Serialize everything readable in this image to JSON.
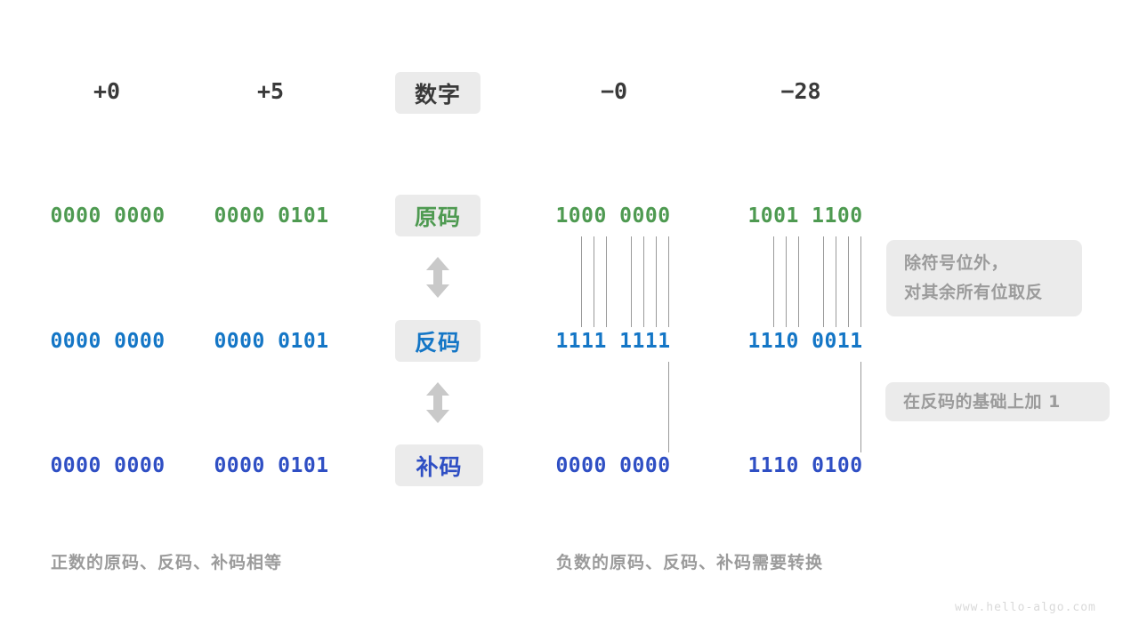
{
  "diagram": {
    "title_watermark": "www.hello-algo.com",
    "colors": {
      "green": "#4e9a51",
      "blue": "#1476c6",
      "indigo": "#2f4fc4",
      "chip_bg": "#ebebeb",
      "note_text": "#9b9b9b",
      "header_text": "#3a3a3a",
      "connector": "#9a9a9a"
    },
    "center_labels": [
      {
        "text": "数字",
        "color_role": "dark"
      },
      {
        "text": "原码",
        "color_role": "green"
      },
      {
        "text": "反码",
        "color_role": "blue"
      },
      {
        "text": "补码",
        "color_role": "indigo"
      }
    ],
    "columns": [
      {
        "header": "+0"
      },
      {
        "header": "+5"
      },
      {
        "header": "−0"
      },
      {
        "header": "−28"
      }
    ],
    "rows": [
      {
        "label": "原码",
        "color_role": "green",
        "values": [
          "0000 0000",
          "0000 0101",
          "1000 0000",
          "1001 1100"
        ]
      },
      {
        "label": "反码",
        "color_role": "blue",
        "values": [
          "0000 0000",
          "0000 0101",
          "1111 1111",
          "1110 0011"
        ]
      },
      {
        "label": "补码",
        "color_role": "indigo",
        "values": [
          "0000 0000",
          "0000 0101",
          "0000 0000",
          "1110 0100"
        ]
      }
    ],
    "notes": [
      {
        "lines": [
          "除符号位外，",
          "对其余所有位取反"
        ]
      },
      {
        "lines": [
          "在反码的基础上加  1"
        ]
      }
    ],
    "captions": {
      "left": "正数的原码、反码、补码相等",
      "right": "负数的原码、反码、补码需要转换"
    },
    "arrows": [
      {
        "name": "arrow-yuanma-fanma"
      },
      {
        "name": "arrow-fanma-buma"
      }
    ]
  }
}
